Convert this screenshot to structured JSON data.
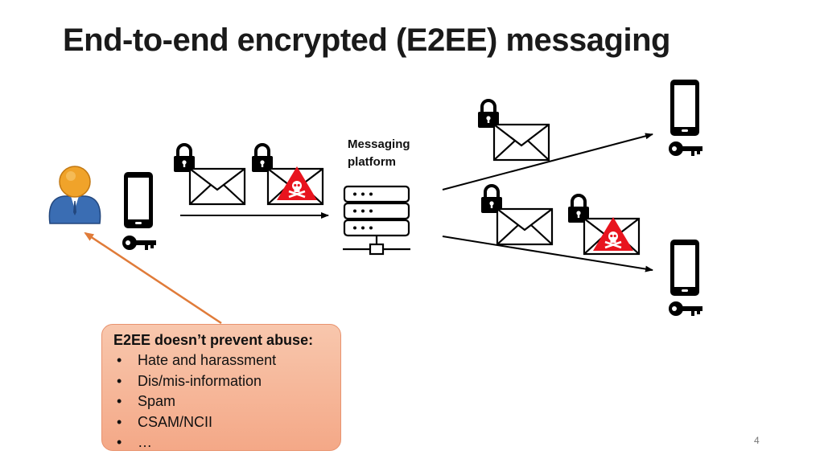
{
  "slide": {
    "title": "End-to-end encrypted (E2EE) messaging",
    "page_number": "4"
  },
  "platform": {
    "label_line1": "Messaging",
    "label_line2": "platform"
  },
  "callout": {
    "heading": "E2EE doesn’t prevent abuse:",
    "items": [
      "Hate and harassment",
      "Dis/mis-information",
      "Spam",
      "CSAM/NCII",
      "…"
    ]
  },
  "colors": {
    "arrow_orange": "#e07b39",
    "callout_fill": "#f4a887",
    "warning_red": "#e8141e",
    "user_head": "#f0a32a",
    "user_body": "#3a6db3"
  },
  "icons": [
    "user-icon",
    "phone-icon",
    "key-icon",
    "lock-icon",
    "envelope-icon",
    "warning-skull-icon",
    "server-icon"
  ]
}
